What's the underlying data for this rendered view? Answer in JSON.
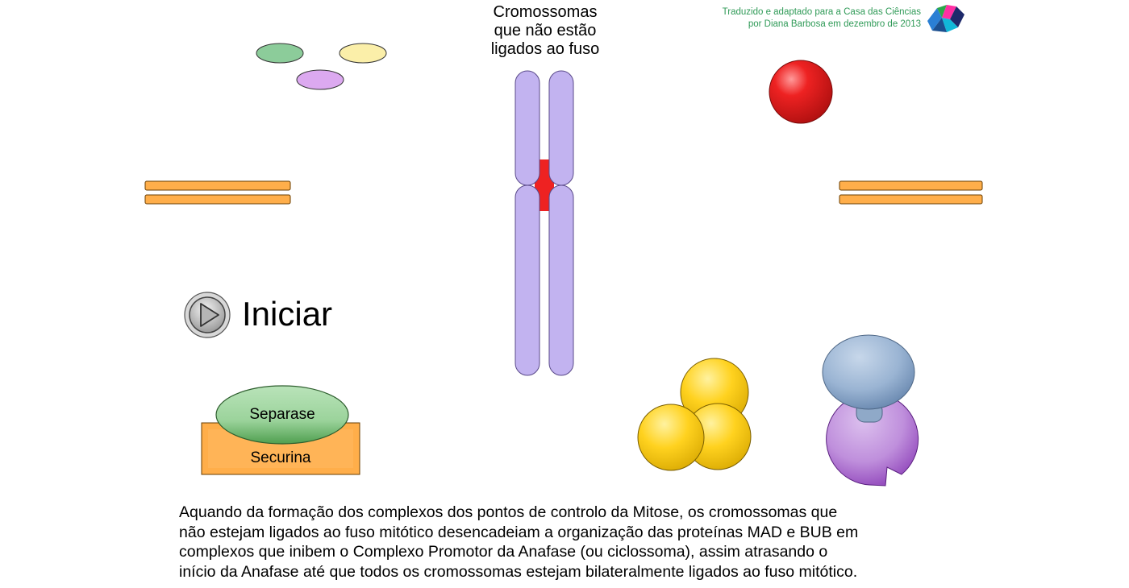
{
  "credit": {
    "line1": "Traduzido e adaptado para a Casa das Ciências",
    "line2": "por Diana Barbosa em dezembro de 2013"
  },
  "chromosome_label": {
    "line1": "Cromossomas",
    "line2": "que não estão",
    "line3": "ligados ao fuso"
  },
  "start_button": {
    "label": "Iniciar",
    "icon": "play-icon"
  },
  "proteins": {
    "separase": "Separase",
    "securin": "Securina"
  },
  "caption": {
    "line1": "Aquando da formação dos complexos dos pontos de controlo da Mitose, os cromossomas que",
    "line2": "não estejam ligados ao fuso mitótico desencadeiam a organização das proteínas MAD e BUB em",
    "line3": "complexos que inibem o Complexo Promotor da Anafase (ou ciclossoma), assim atrasando o",
    "line4": "início da Anafase até que todos os cromossomas estejam bilateralmente ligados ao fuso mitótico."
  },
  "colors": {
    "chromosome": "#c2b3f0",
    "centromere": "#ee2222",
    "microtubule": "#ffae4a",
    "separase": "#9bd39b",
    "securin": "#ffae4a",
    "credit_text": "#2f9a57",
    "yellow_protein": "#ffd21f",
    "blue_protein": "#9ab4d3",
    "purple_protein": "#bf8fdc"
  }
}
